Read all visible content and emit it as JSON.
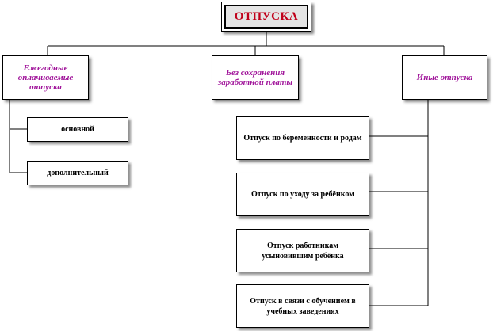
{
  "root": {
    "label": "ОТПУСКА"
  },
  "categories": [
    {
      "label": "Ежегодные оплачиваемые отпуска"
    },
    {
      "label": "Без сохранения заработной платы"
    },
    {
      "label": "Иные отпуска"
    }
  ],
  "annual_children": [
    {
      "label": "основной"
    },
    {
      "label": "дополнительный"
    }
  ],
  "other_children": [
    {
      "label": "Отпуск по беременности и родам"
    },
    {
      "label": "Отпуск по уходу за ребёнком"
    },
    {
      "label": "Отпуск работникам усыновившим ребёнка"
    },
    {
      "label": "Отпуск в связи с обучением в учебных заведениях"
    }
  ],
  "colors": {
    "root_text": "#c0001a",
    "category_text": "#a0149a",
    "line": "#000000"
  }
}
